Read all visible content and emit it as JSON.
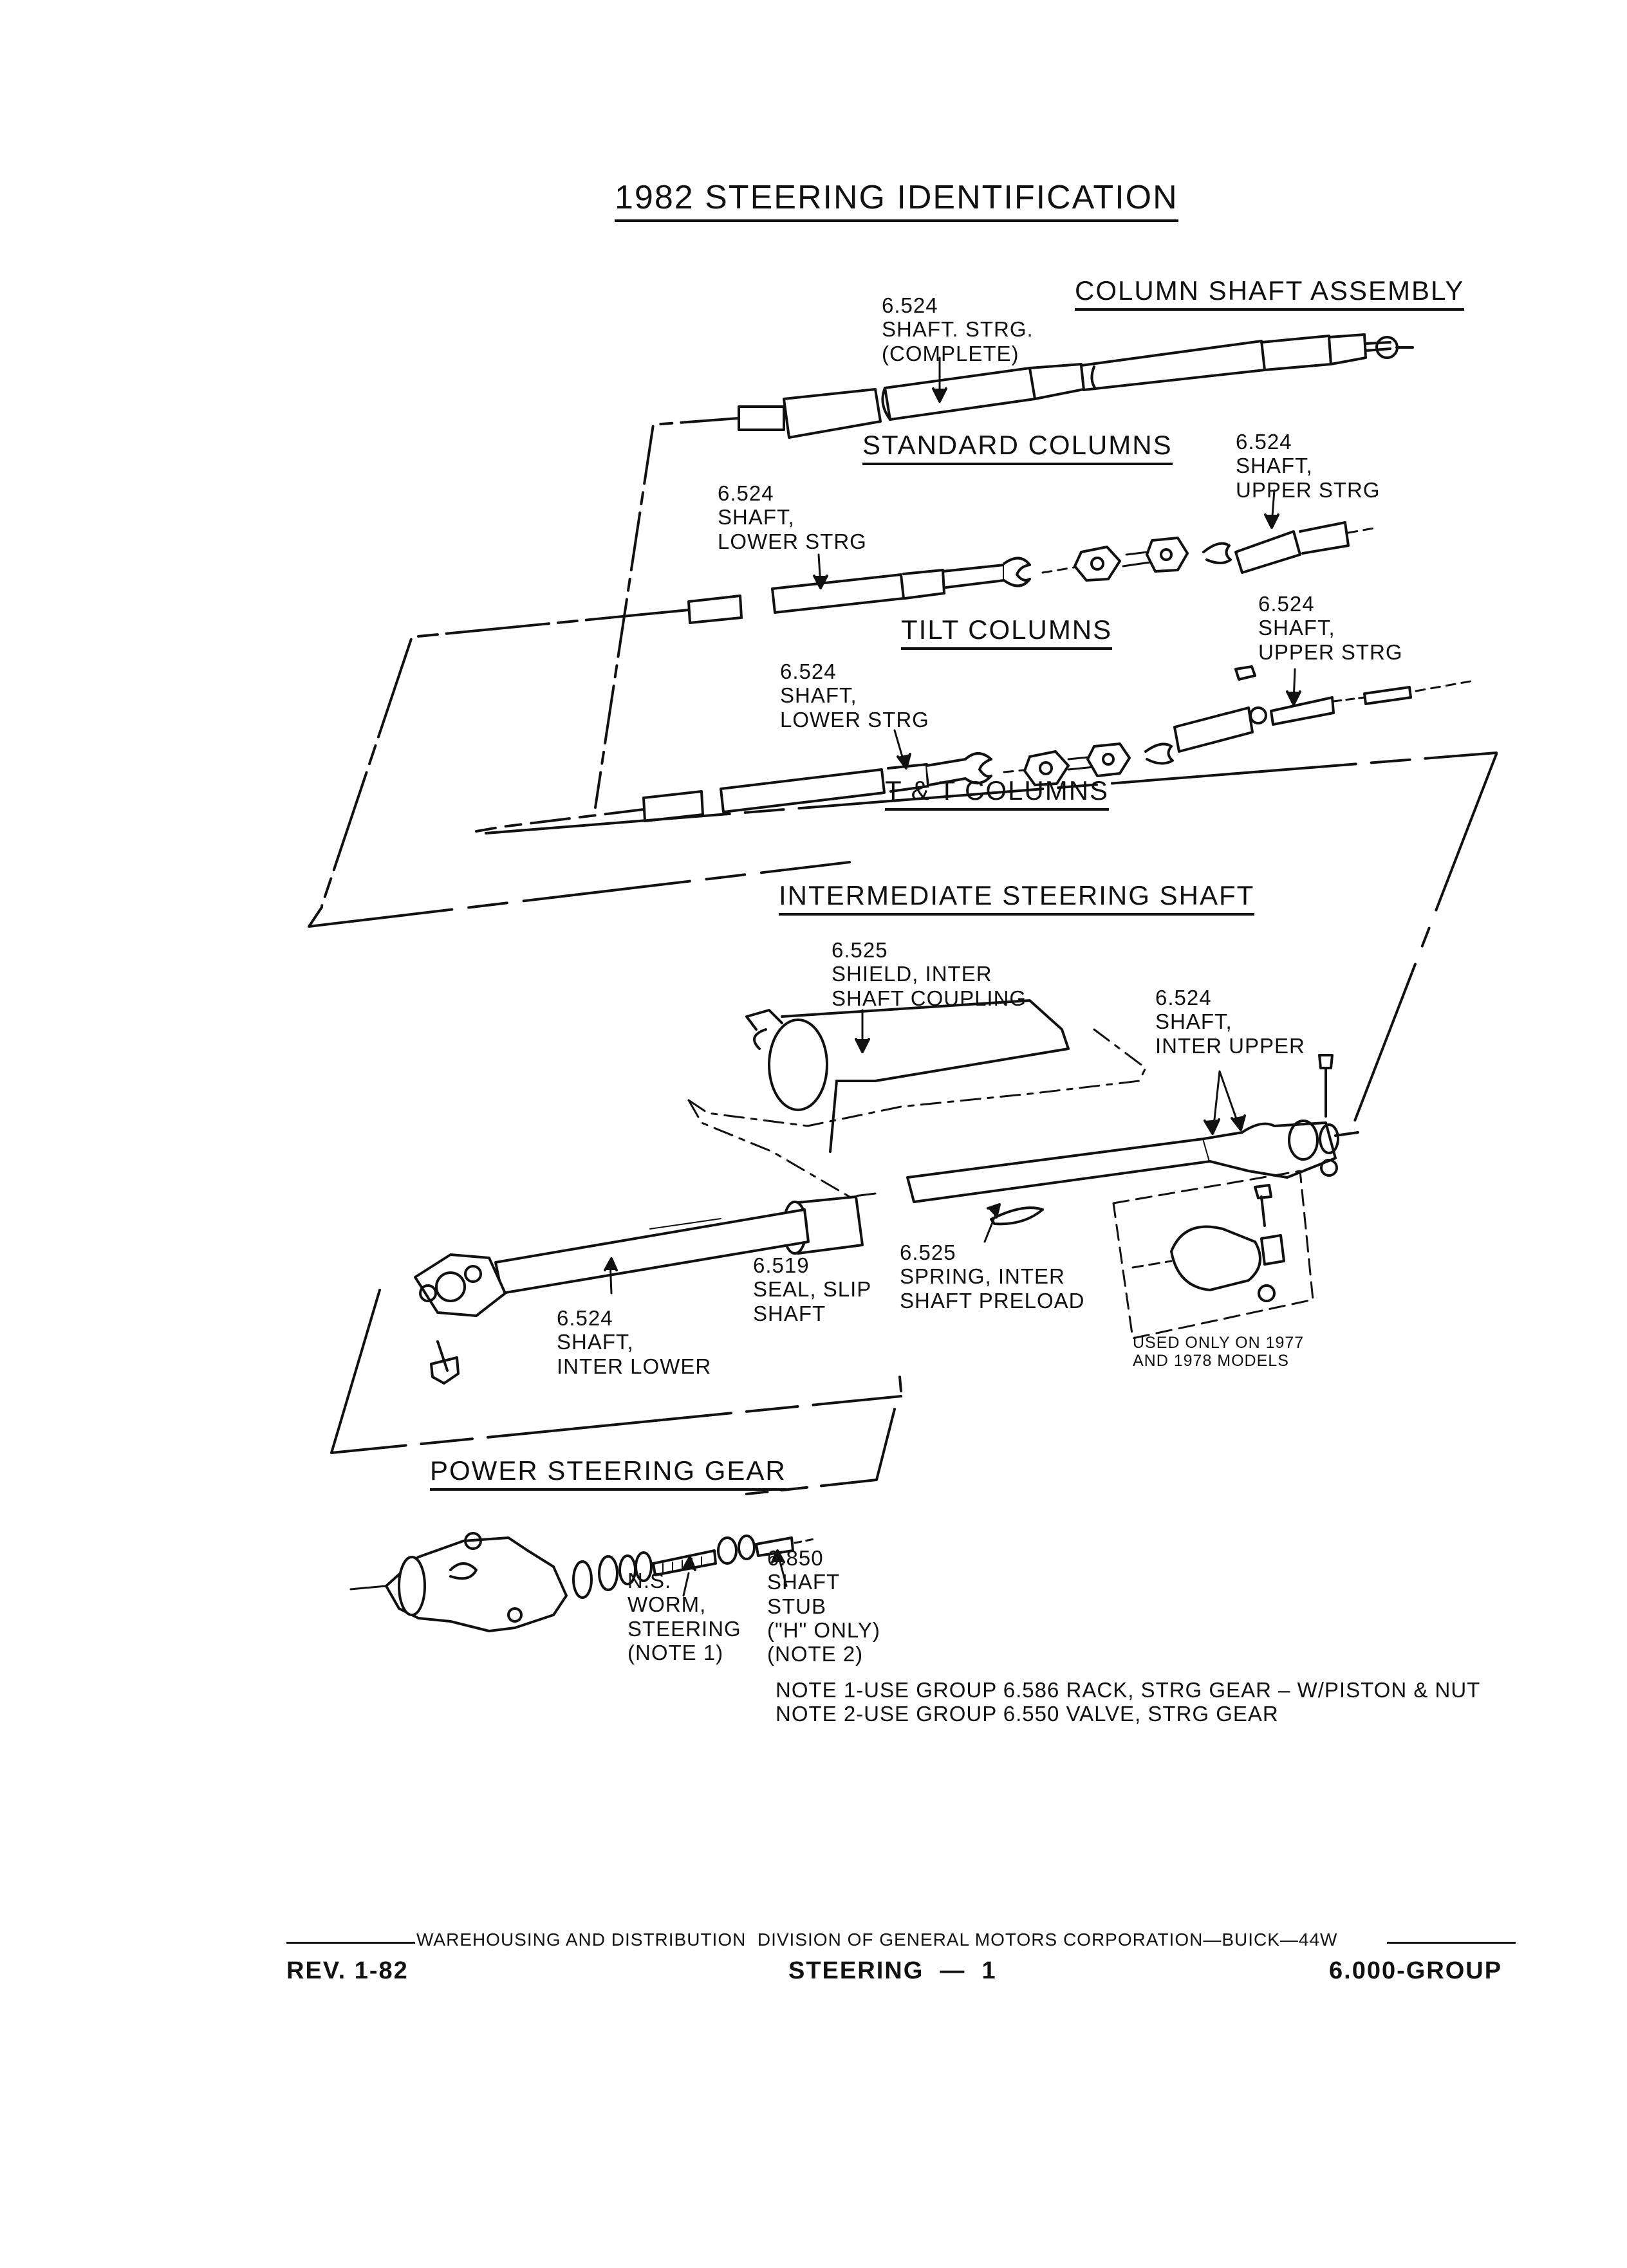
{
  "title": "1982 STEERING IDENTIFICATION",
  "sections": {
    "column_shaft_assembly": "COLUMN SHAFT ASSEMBLY",
    "standard_columns": "STANDARD COLUMNS",
    "tilt_columns": "TILT COLUMNS",
    "tt_columns": "T & T COLUMNS",
    "intermediate_steering_shaft": "INTERMEDIATE STEERING SHAFT",
    "power_steering_gear": "POWER STEERING GEAR"
  },
  "parts": {
    "shaft_complete": [
      "6.524",
      "SHAFT. STRG.",
      "(COMPLETE)"
    ],
    "std_upper": [
      "6.524",
      "SHAFT,",
      "UPPER STRG"
    ],
    "std_lower": [
      "6.524",
      "SHAFT,",
      "LOWER STRG"
    ],
    "tilt_upper": [
      "6.524",
      "SHAFT,",
      "UPPER STRG"
    ],
    "tilt_lower": [
      "6.524",
      "SHAFT,",
      "LOWER STRG"
    ],
    "shield": [
      "6.525",
      "SHIELD, INTER",
      "SHAFT COUPLING"
    ],
    "inter_upper": [
      "6.524",
      "SHAFT,",
      "INTER UPPER"
    ],
    "inter_lower": [
      "6.524",
      "SHAFT,",
      "INTER LOWER"
    ],
    "seal": [
      "6.519",
      "SEAL, SLIP",
      "SHAFT"
    ],
    "spring": [
      "6.525",
      "SPRING, INTER",
      "SHAFT PRELOAD"
    ],
    "worm": [
      "N.S.",
      "WORM,",
      "STEERING",
      "(NOTE 1)"
    ],
    "stub": [
      "6.850",
      "SHAFT",
      "STUB",
      "(\"H\" ONLY)",
      "(NOTE 2)"
    ]
  },
  "used_only": [
    "USED ONLY ON 1977",
    "AND 1978 MODELS"
  ],
  "notes": [
    "NOTE 1-USE GROUP 6.586 RACK, STRG GEAR – W/PISTON & NUT",
    "NOTE 2-USE GROUP 6.550 VALVE, STRG GEAR"
  ],
  "footer": {
    "division": "WAREHOUSING AND DISTRIBUTION  DIVISION OF GENERAL MOTORS CORPORATION—BUICK—44W",
    "rev": "REV. 1-82",
    "page": "STEERING  —  1",
    "group": "6.000-GROUP"
  }
}
